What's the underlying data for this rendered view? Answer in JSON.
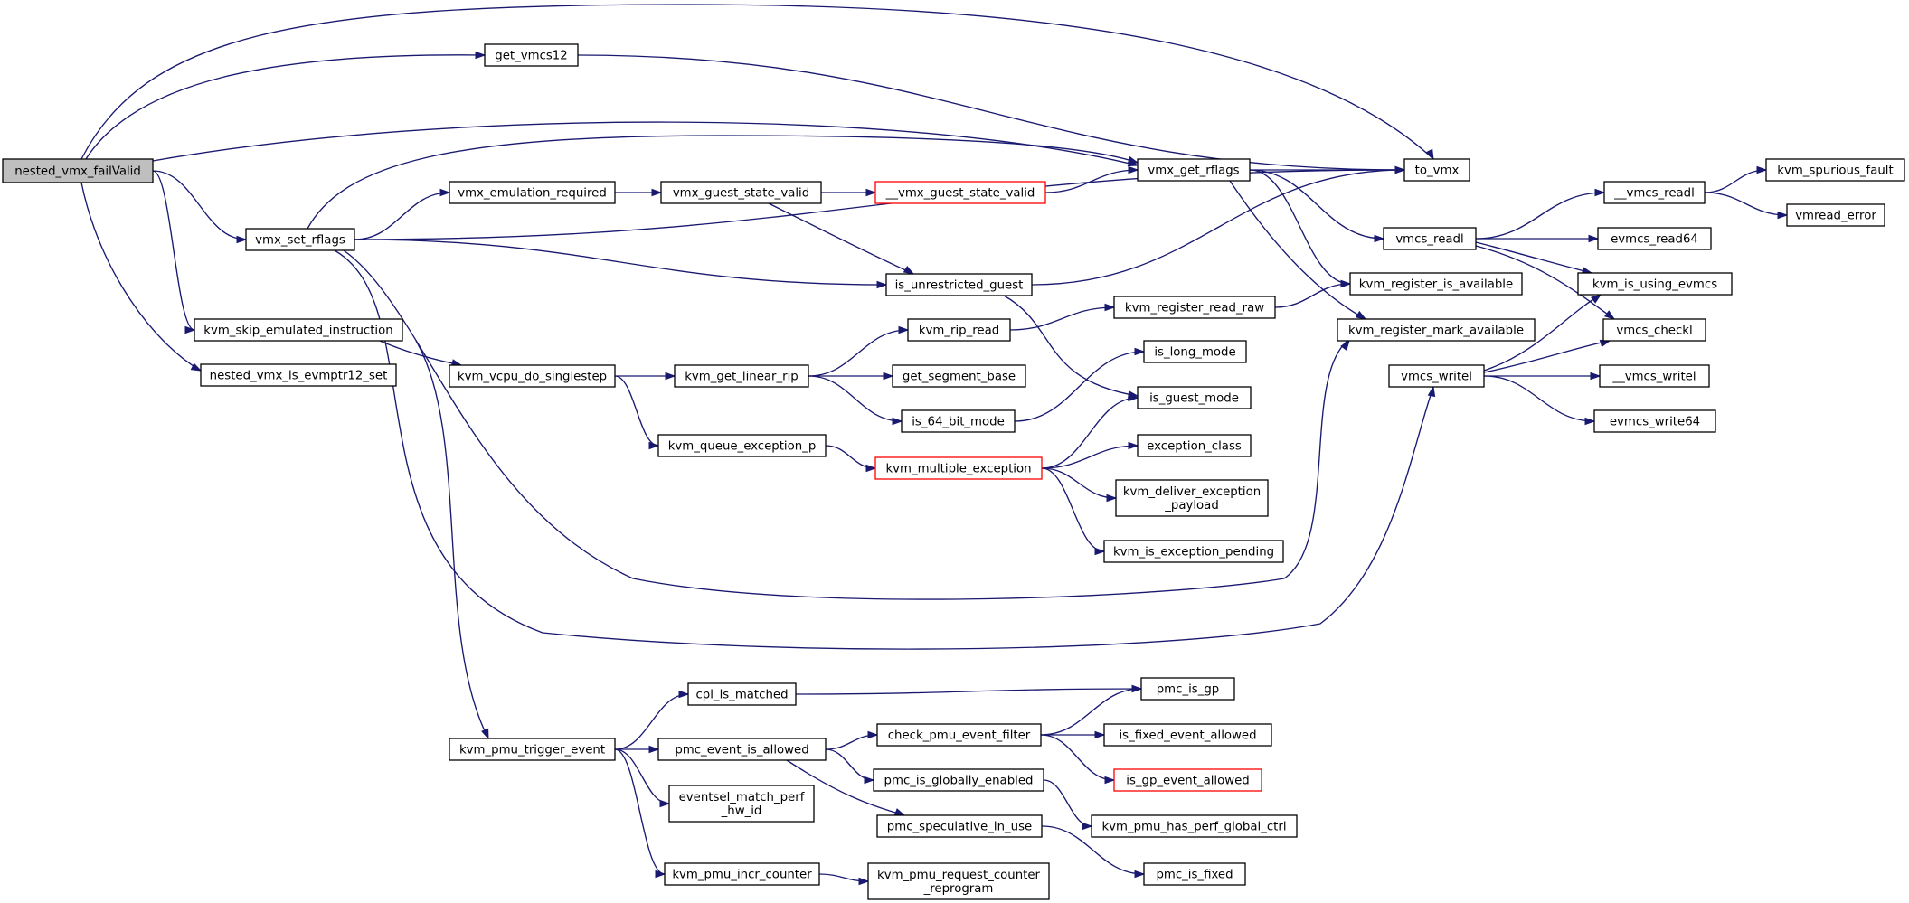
{
  "graph": {
    "title": "",
    "colors": {
      "edge": "#191970",
      "root_fill": "#bfbfbf",
      "node_border": "#000000",
      "truncated_border": "#ff0000"
    },
    "nodes": [
      {
        "id": "nested_vmx_failValid",
        "lines": [
          "nested_vmx_failValid"
        ],
        "root": true
      },
      {
        "id": "get_vmcs12",
        "lines": [
          "get_vmcs12"
        ]
      },
      {
        "id": "vmx_set_rflags",
        "lines": [
          "vmx_set_rflags"
        ]
      },
      {
        "id": "kvm_skip_emulated_instruction",
        "lines": [
          "kvm_skip_emulated_instruction"
        ]
      },
      {
        "id": "nested_vmx_is_evmptr12_set",
        "lines": [
          "nested_vmx_is_evmptr12_set"
        ]
      },
      {
        "id": "vmx_emulation_required",
        "lines": [
          "vmx_emulation_required"
        ]
      },
      {
        "id": "kvm_vcpu_do_singlestep",
        "lines": [
          "kvm_vcpu_do_singlestep"
        ]
      },
      {
        "id": "vmx_guest_state_valid",
        "lines": [
          "vmx_guest_state_valid"
        ]
      },
      {
        "id": "kvm_get_linear_rip",
        "lines": [
          "kvm_get_linear_rip"
        ]
      },
      {
        "id": "kvm_queue_exception_p",
        "lines": [
          "kvm_queue_exception_p"
        ]
      },
      {
        "id": "__vmx_guest_state_valid",
        "lines": [
          "__vmx_guest_state_valid"
        ],
        "red": true
      },
      {
        "id": "is_unrestricted_guest",
        "lines": [
          "is_unrestricted_guest"
        ]
      },
      {
        "id": "kvm_rip_read",
        "lines": [
          "kvm_rip_read"
        ]
      },
      {
        "id": "get_segment_base",
        "lines": [
          "get_segment_base"
        ]
      },
      {
        "id": "is_64_bit_mode",
        "lines": [
          "is_64_bit_mode"
        ]
      },
      {
        "id": "kvm_multiple_exception",
        "lines": [
          "kvm_multiple_exception"
        ],
        "red": true
      },
      {
        "id": "vmx_get_rflags",
        "lines": [
          "vmx_get_rflags"
        ]
      },
      {
        "id": "kvm_register_read_raw",
        "lines": [
          "kvm_register_read_raw"
        ]
      },
      {
        "id": "is_long_mode",
        "lines": [
          "is_long_mode"
        ]
      },
      {
        "id": "is_guest_mode",
        "lines": [
          "is_guest_mode"
        ]
      },
      {
        "id": "exception_class",
        "lines": [
          "exception_class"
        ]
      },
      {
        "id": "kvm_deliver_exception_payload",
        "lines": [
          "kvm_deliver_exception",
          "_payload"
        ]
      },
      {
        "id": "kvm_is_exception_pending",
        "lines": [
          "kvm_is_exception_pending"
        ]
      },
      {
        "id": "to_vmx",
        "lines": [
          "to_vmx"
        ]
      },
      {
        "id": "vmcs_readl",
        "lines": [
          "vmcs_readl"
        ]
      },
      {
        "id": "kvm_register_is_available",
        "lines": [
          "kvm_register_is_available"
        ]
      },
      {
        "id": "kvm_register_mark_available",
        "lines": [
          "kvm_register_mark_available"
        ]
      },
      {
        "id": "vmcs_writel",
        "lines": [
          "vmcs_writel"
        ]
      },
      {
        "id": "__vmcs_readl",
        "lines": [
          "__vmcs_readl"
        ]
      },
      {
        "id": "evmcs_read64",
        "lines": [
          "evmcs_read64"
        ]
      },
      {
        "id": "kvm_is_using_evmcs",
        "lines": [
          "kvm_is_using_evmcs"
        ]
      },
      {
        "id": "vmcs_checkl",
        "lines": [
          "vmcs_checkl"
        ]
      },
      {
        "id": "__vmcs_writel",
        "lines": [
          "__vmcs_writel"
        ]
      },
      {
        "id": "evmcs_write64",
        "lines": [
          "evmcs_write64"
        ]
      },
      {
        "id": "kvm_spurious_fault",
        "lines": [
          "kvm_spurious_fault"
        ]
      },
      {
        "id": "vmread_error",
        "lines": [
          "vmread_error"
        ]
      },
      {
        "id": "kvm_pmu_trigger_event",
        "lines": [
          "kvm_pmu_trigger_event"
        ]
      },
      {
        "id": "cpl_is_matched",
        "lines": [
          "cpl_is_matched"
        ]
      },
      {
        "id": "pmc_event_is_allowed",
        "lines": [
          "pmc_event_is_allowed"
        ]
      },
      {
        "id": "eventsel_match_perf_hw_id",
        "lines": [
          "eventsel_match_perf",
          "_hw_id"
        ]
      },
      {
        "id": "kvm_pmu_incr_counter",
        "lines": [
          "kvm_pmu_incr_counter"
        ]
      },
      {
        "id": "check_pmu_event_filter",
        "lines": [
          "check_pmu_event_filter"
        ]
      },
      {
        "id": "pmc_is_globally_enabled",
        "lines": [
          "pmc_is_globally_enabled"
        ]
      },
      {
        "id": "pmc_speculative_in_use",
        "lines": [
          "pmc_speculative_in_use"
        ]
      },
      {
        "id": "kvm_pmu_request_counter_reprogram",
        "lines": [
          "kvm_pmu_request_counter",
          "_reprogram"
        ]
      },
      {
        "id": "pmc_is_gp",
        "lines": [
          "pmc_is_gp"
        ]
      },
      {
        "id": "is_fixed_event_allowed",
        "lines": [
          "is_fixed_event_allowed"
        ]
      },
      {
        "id": "is_gp_event_allowed",
        "lines": [
          "is_gp_event_allowed"
        ],
        "red": true
      },
      {
        "id": "kvm_pmu_has_perf_global_ctrl",
        "lines": [
          "kvm_pmu_has_perf_global_ctrl"
        ]
      },
      {
        "id": "pmc_is_fixed",
        "lines": [
          "pmc_is_fixed"
        ]
      }
    ],
    "edges": [
      [
        "nested_vmx_failValid",
        "get_vmcs12"
      ],
      [
        "nested_vmx_failValid",
        "to_vmx"
      ],
      [
        "nested_vmx_failValid",
        "vmx_get_rflags"
      ],
      [
        "nested_vmx_failValid",
        "vmx_set_rflags"
      ],
      [
        "nested_vmx_failValid",
        "kvm_skip_emulated_instruction"
      ],
      [
        "nested_vmx_failValid",
        "nested_vmx_is_evmptr12_set"
      ],
      [
        "get_vmcs12",
        "to_vmx"
      ],
      [
        "vmx_set_rflags",
        "vmx_emulation_required"
      ],
      [
        "vmx_set_rflags",
        "vmx_get_rflags"
      ],
      [
        "vmx_set_rflags",
        "to_vmx"
      ],
      [
        "vmx_set_rflags",
        "is_unrestricted_guest"
      ],
      [
        "vmx_set_rflags",
        "kvm_register_mark_available"
      ],
      [
        "vmx_set_rflags",
        "vmcs_writel"
      ],
      [
        "vmx_emulation_required",
        "vmx_guest_state_valid"
      ],
      [
        "vmx_guest_state_valid",
        "__vmx_guest_state_valid"
      ],
      [
        "vmx_guest_state_valid",
        "is_unrestricted_guest"
      ],
      [
        "__vmx_guest_state_valid",
        "vmx_get_rflags"
      ],
      [
        "is_unrestricted_guest",
        "to_vmx"
      ],
      [
        "is_unrestricted_guest",
        "is_guest_mode"
      ],
      [
        "vmx_get_rflags",
        "to_vmx"
      ],
      [
        "vmx_get_rflags",
        "vmcs_readl"
      ],
      [
        "vmx_get_rflags",
        "kvm_register_is_available"
      ],
      [
        "vmx_get_rflags",
        "kvm_register_mark_available"
      ],
      [
        "vmcs_readl",
        "__vmcs_readl"
      ],
      [
        "vmcs_readl",
        "evmcs_read64"
      ],
      [
        "vmcs_readl",
        "kvm_is_using_evmcs"
      ],
      [
        "vmcs_readl",
        "vmcs_checkl"
      ],
      [
        "__vmcs_readl",
        "kvm_spurious_fault"
      ],
      [
        "__vmcs_readl",
        "vmread_error"
      ],
      [
        "vmcs_writel",
        "kvm_is_using_evmcs"
      ],
      [
        "vmcs_writel",
        "vmcs_checkl"
      ],
      [
        "vmcs_writel",
        "__vmcs_writel"
      ],
      [
        "vmcs_writel",
        "evmcs_write64"
      ],
      [
        "kvm_skip_emulated_instruction",
        "kvm_vcpu_do_singlestep"
      ],
      [
        "kvm_skip_emulated_instruction",
        "kvm_pmu_trigger_event"
      ],
      [
        "kvm_vcpu_do_singlestep",
        "kvm_get_linear_rip"
      ],
      [
        "kvm_vcpu_do_singlestep",
        "kvm_queue_exception_p"
      ],
      [
        "kvm_get_linear_rip",
        "kvm_rip_read"
      ],
      [
        "kvm_get_linear_rip",
        "get_segment_base"
      ],
      [
        "kvm_get_linear_rip",
        "is_64_bit_mode"
      ],
      [
        "kvm_rip_read",
        "kvm_register_read_raw"
      ],
      [
        "kvm_register_read_raw",
        "kvm_register_is_available"
      ],
      [
        "is_64_bit_mode",
        "is_long_mode"
      ],
      [
        "kvm_queue_exception_p",
        "kvm_multiple_exception"
      ],
      [
        "kvm_multiple_exception",
        "is_guest_mode"
      ],
      [
        "kvm_multiple_exception",
        "exception_class"
      ],
      [
        "kvm_multiple_exception",
        "kvm_deliver_exception_payload"
      ],
      [
        "kvm_multiple_exception",
        "kvm_is_exception_pending"
      ],
      [
        "kvm_pmu_trigger_event",
        "cpl_is_matched"
      ],
      [
        "kvm_pmu_trigger_event",
        "pmc_event_is_allowed"
      ],
      [
        "kvm_pmu_trigger_event",
        "eventsel_match_perf_hw_id"
      ],
      [
        "kvm_pmu_trigger_event",
        "kvm_pmu_incr_counter"
      ],
      [
        "cpl_is_matched",
        "pmc_is_gp"
      ],
      [
        "pmc_event_is_allowed",
        "check_pmu_event_filter"
      ],
      [
        "pmc_event_is_allowed",
        "pmc_is_globally_enabled"
      ],
      [
        "pmc_event_is_allowed",
        "pmc_speculative_in_use"
      ],
      [
        "check_pmu_event_filter",
        "pmc_is_gp"
      ],
      [
        "check_pmu_event_filter",
        "is_fixed_event_allowed"
      ],
      [
        "check_pmu_event_filter",
        "is_gp_event_allowed"
      ],
      [
        "pmc_is_globally_enabled",
        "kvm_pmu_has_perf_global_ctrl"
      ],
      [
        "pmc_speculative_in_use",
        "pmc_is_fixed"
      ],
      [
        "kvm_pmu_incr_counter",
        "kvm_pmu_request_counter_reprogram"
      ]
    ]
  }
}
